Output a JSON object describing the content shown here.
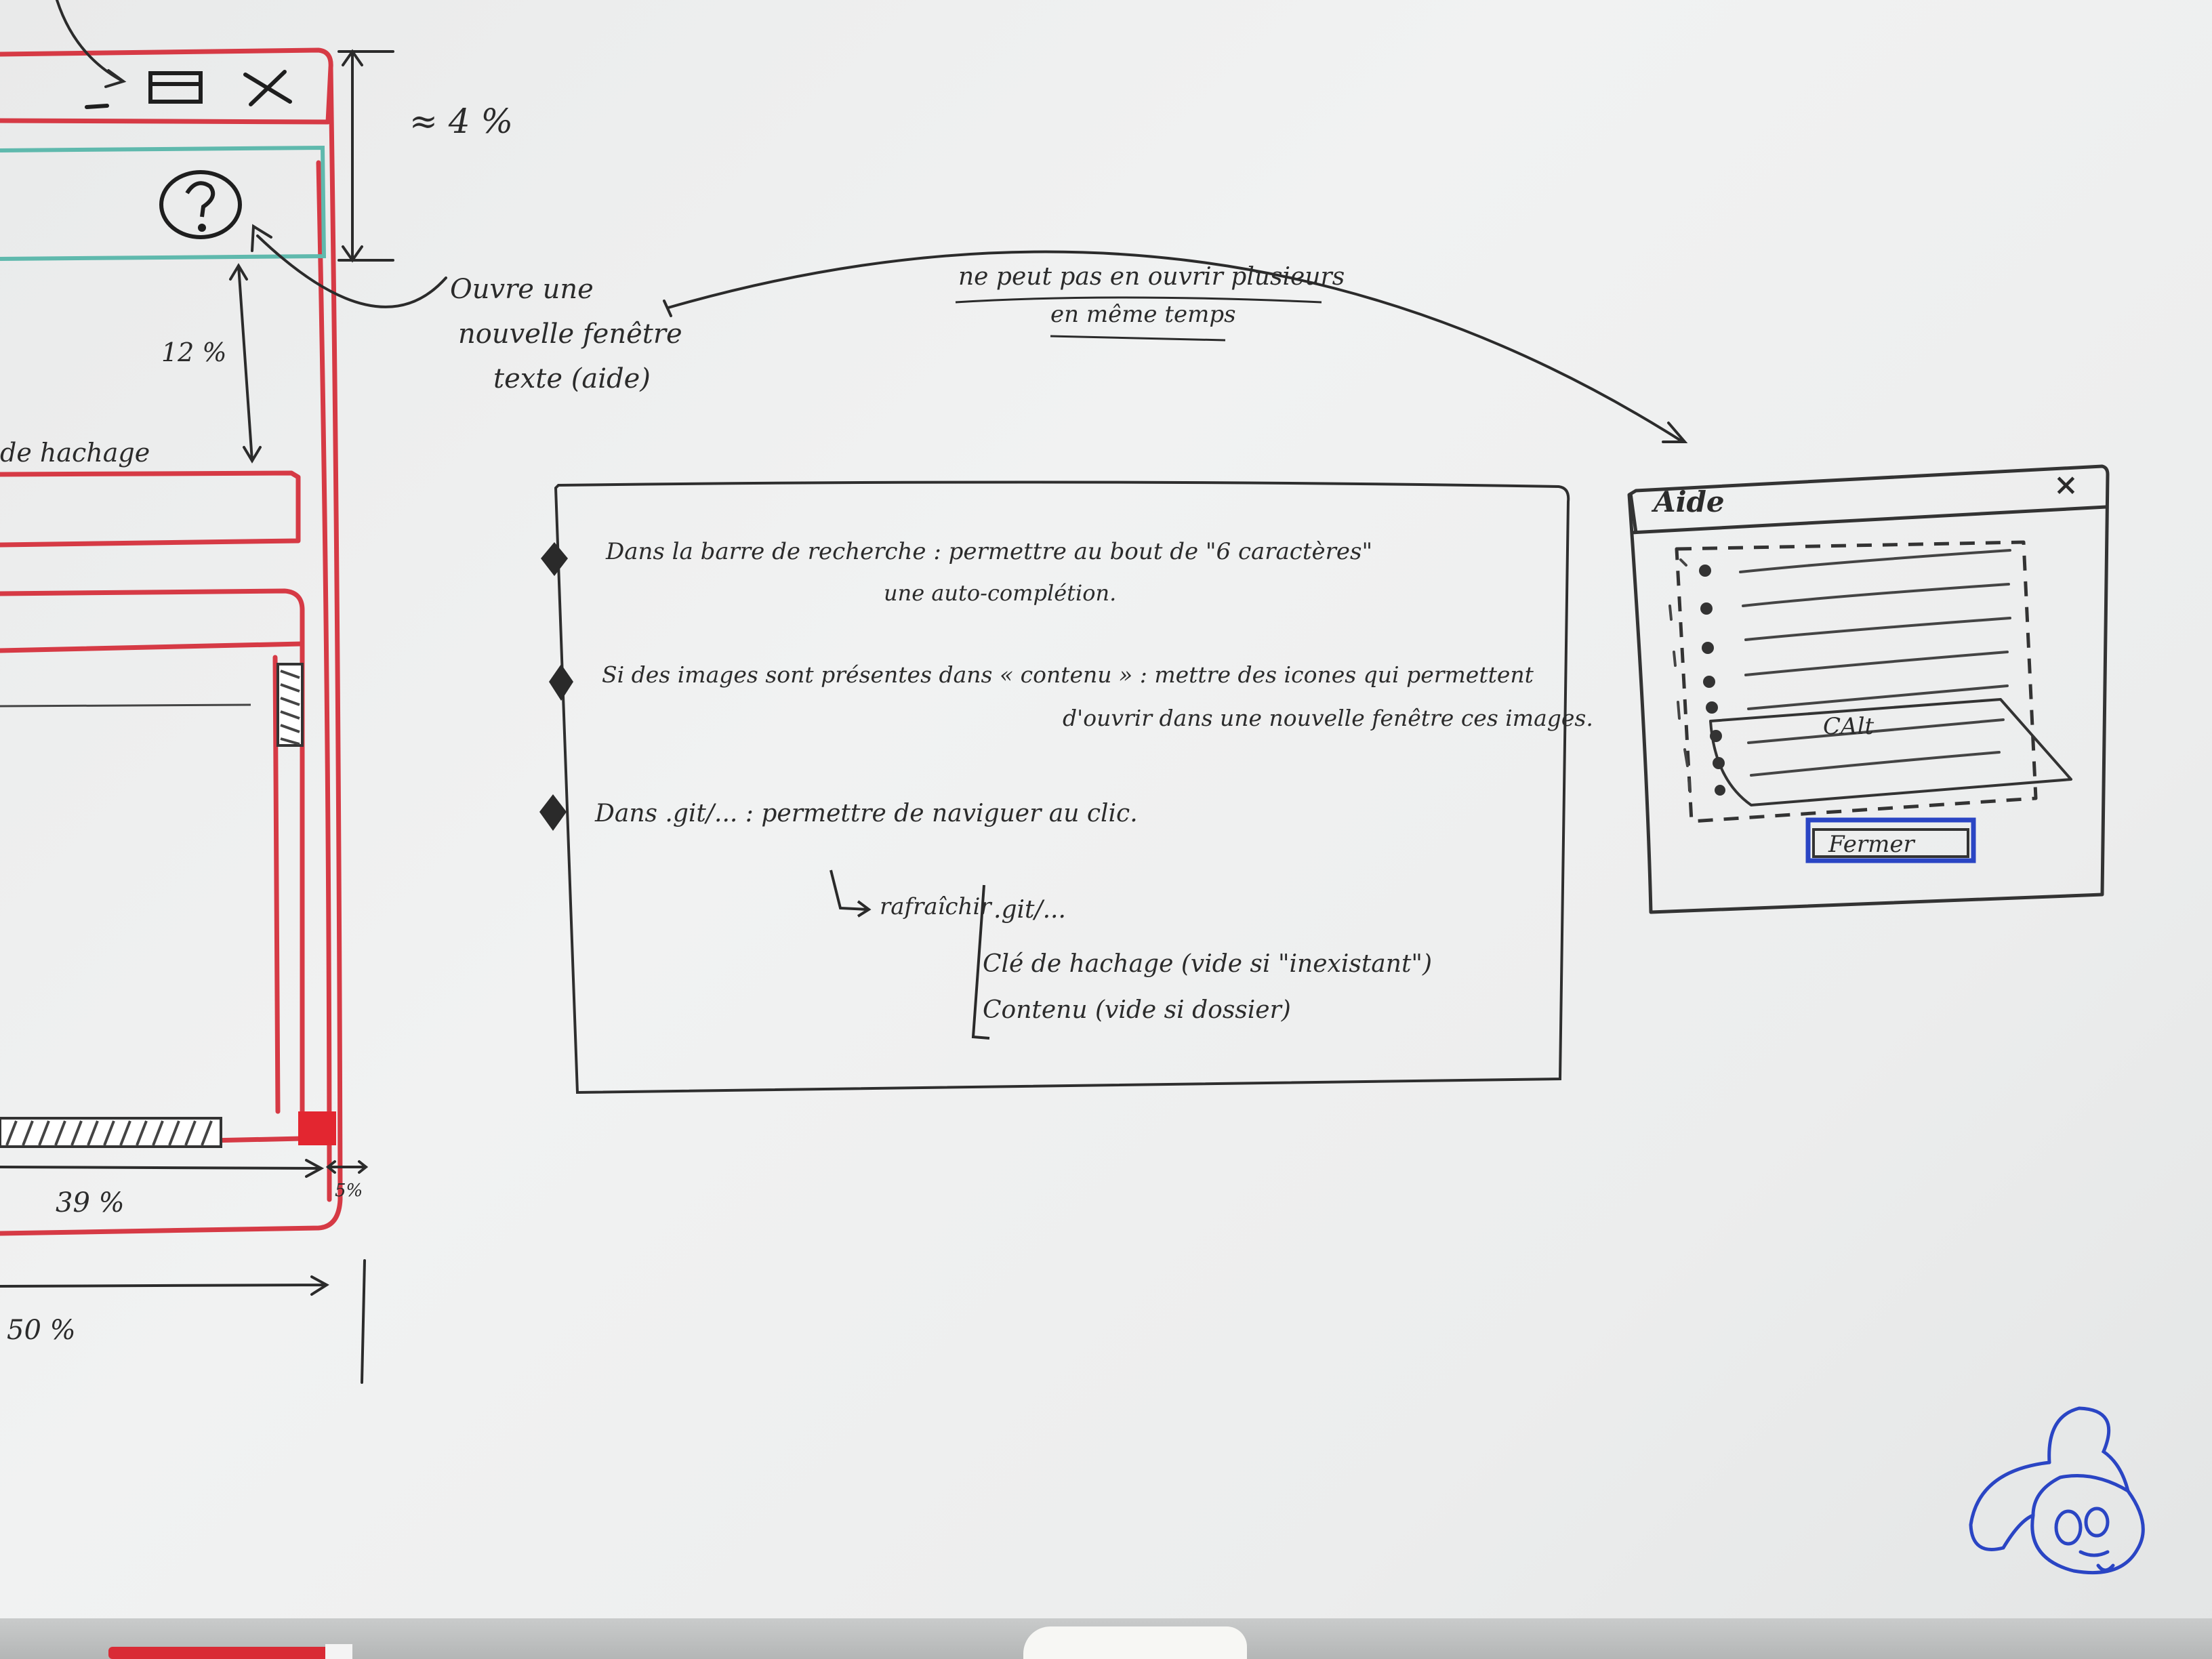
{
  "sketch": {
    "percent_header": "≈ 4 %",
    "percent_top": "12 %",
    "percent_tree": "39 %",
    "percent_scroll": "5%",
    "percent_half": "50 %",
    "field_label": "de hachage",
    "help_note": [
      "Ouvre une",
      "nouvelle fenêtre",
      "texte (aide)"
    ],
    "colors": {
      "frame": "#d63a45",
      "search_bar": "#5fb9ad",
      "ink": "#2b2b2b"
    }
  },
  "note_top": [
    "ne peut pas en ouvrir plusieurs",
    "en même temps"
  ],
  "requirements": [
    {
      "line1": "Dans la barre de recherche : permettre au bout de \"6 caractères\"",
      "line2": "une auto-complétion."
    },
    {
      "line1": "Si des images sont présentes dans « contenu » : mettre des icones qui permettent",
      "line2": "d'ouvrir dans une nouvelle fenêtre ces images."
    },
    {
      "line1": "Dans .git/... : permettre de naviguer au clic.",
      "line2": ""
    }
  ],
  "refresh": {
    "label": "rafraîchir",
    "items": [
      ".git/...",
      "Clé de hachage (vide si \"inexistant\")",
      "Contenu (vide si dossier)"
    ]
  },
  "help_window": {
    "title": "Aide",
    "close": "×",
    "selected_label": "CAlt",
    "button": "Fermer",
    "button_color": "#2a45c4"
  },
  "doodle_color": "#2a45c4"
}
